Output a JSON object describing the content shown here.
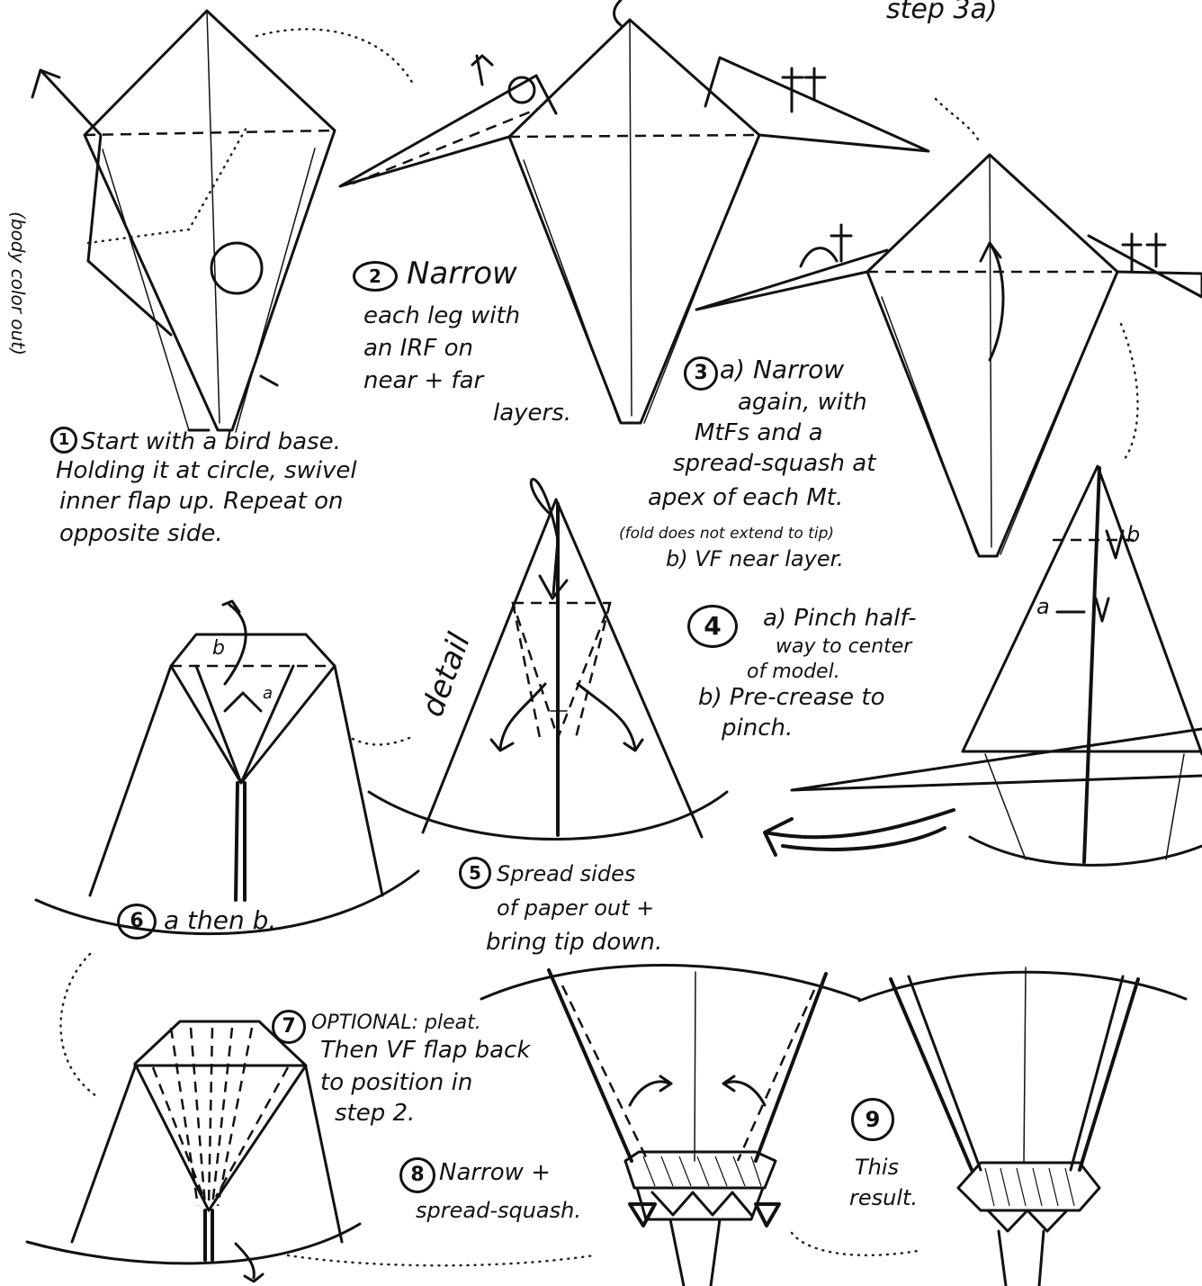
{
  "header": {
    "fragment": "step 3a)"
  },
  "margin_note": "(body color out)",
  "steps": [
    {
      "number": "1",
      "text": [
        "Start with a bird base.",
        "Holding it at circle, swivel",
        "inner flap up. Repeat on",
        "opposite side."
      ]
    },
    {
      "number": "2",
      "text": [
        "Narrow",
        "each leg with",
        "an IRF on",
        "near + far",
        "layers."
      ]
    },
    {
      "number": "3",
      "text": [
        "a) Narrow",
        "again, with",
        "MtFs and a",
        "spread-squash at",
        "apex of each Mt.",
        "(fold does not extend to tip)",
        "b) VF near layer."
      ]
    },
    {
      "number": "4",
      "text": [
        "a) Pinch half-",
        "way to center",
        "of model.",
        "b) Pre-crease to",
        "pinch."
      ]
    },
    {
      "number": "5",
      "text": [
        "Spread sides",
        "of paper out +",
        "bring tip down."
      ]
    },
    {
      "number": "6",
      "text": [
        "a then b."
      ]
    },
    {
      "number": "7",
      "text": [
        "OPTIONAL: pleat.",
        "Then VF flap back",
        "to position in",
        "step 2."
      ]
    },
    {
      "number": "8",
      "text": [
        "Narrow +",
        "spread-squash."
      ]
    },
    {
      "number": "9",
      "text": [
        "This",
        "result."
      ]
    }
  ],
  "labels": {
    "a": "a",
    "b": "b",
    "detail": "detail"
  }
}
